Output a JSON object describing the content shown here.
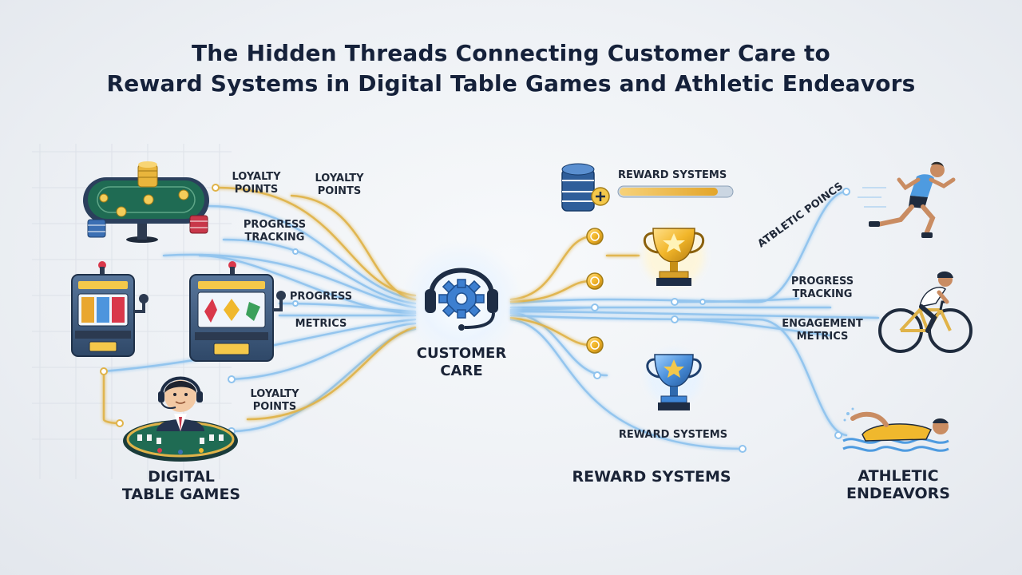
{
  "title": {
    "line1": "The Hidden Threads Connecting Customer Care to",
    "line2": "Reward Systems in Digital Table Games and Athletic Endeavors"
  },
  "sections": {
    "digital_table_games": {
      "line1": "DIGITAL",
      "line2": "TABLE GAMES"
    },
    "customer_care": {
      "line1": "CUSTOMER",
      "line2": "CARE"
    },
    "reward_systems": "REWARD SYSTEMS",
    "athletic_endeavors": {
      "line1": "ATHLETIC",
      "line2": "ENDEAVORS"
    }
  },
  "left_labels": {
    "loyalty_a": {
      "line1": "LOYALTY",
      "line2": "POINTS"
    },
    "loyalty_b": {
      "line1": "LOYALTY",
      "line2": "POINTS"
    },
    "progress_tracking": {
      "line1": "PROGRESS",
      "line2": "TRACKING"
    },
    "progress": "PROGRESS",
    "metrics": "METRICS",
    "loyalty_c": {
      "line1": "LOYALTY",
      "line2": "POINTS"
    }
  },
  "right_labels": {
    "reward_systems_top": "REWARD SYSTEMS",
    "reward_systems_bottom": "REWARD SYSTEMS",
    "athletic_points": "ATBLETIC POINCS",
    "progress_tracking": {
      "line1": "PROGRESS",
      "line2": "TRACKING"
    },
    "engagement_metrics": {
      "line1": "ENGAGEMENT",
      "line2": "METRICS"
    }
  },
  "reward_progress": 0.88,
  "colors": {
    "gold_thread": "#e0b349",
    "blue_thread": "#8fc3ee",
    "felt_green": "#1f6b53",
    "machine_blue": "#3e5f86",
    "trophy_gold": "#f0b82d",
    "trophy_blue": "#3f86d6",
    "accent_blue": "#2e6fb8"
  },
  "icons": [
    "poker-table-icon",
    "slot-machine-icon",
    "dealer-headset-icon",
    "headset-gear-icon",
    "chip-stack-icon",
    "gold-trophy-icon",
    "blue-trophy-icon",
    "runner-icon",
    "cyclist-icon",
    "swimmer-icon"
  ]
}
